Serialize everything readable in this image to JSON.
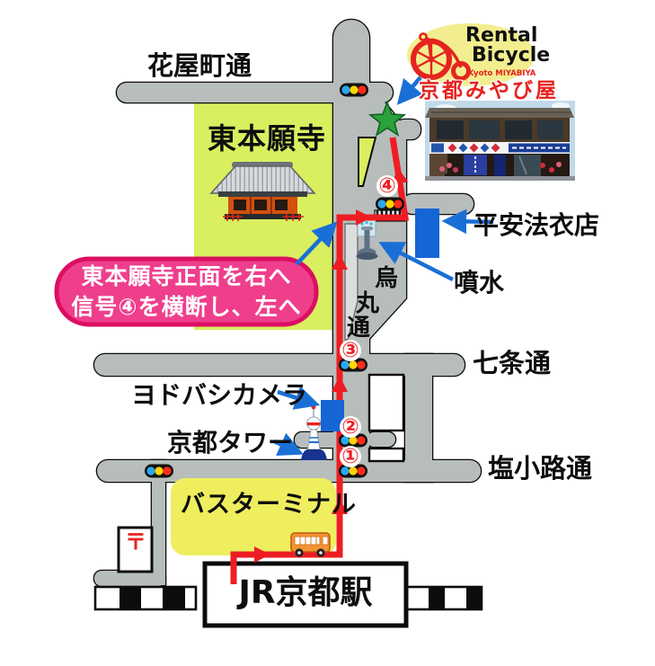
{
  "streets": {
    "hanayacho": "花屋町通",
    "shichijo": "七条通",
    "shiokoji": "塩小路通",
    "karasuma_chars": [
      "烏",
      "丸",
      "通"
    ]
  },
  "landmarks": {
    "temple": "東本願寺",
    "yodobashi": "ヨドバシカメラ",
    "kyoto_tower": "京都タワー",
    "bus_terminal": "バスターミナル",
    "station": "JR京都駅",
    "heian_hoiten": "平安法衣店",
    "fountain": "噴水",
    "post_office_symbol": "〒"
  },
  "signals": [
    "①",
    "②",
    "③",
    "④"
  ],
  "callout": {
    "line1": "東本願寺正面を右へ",
    "line2": "信号④を横断し、左へ"
  },
  "logo": {
    "line1": "Rental",
    "line2": "Bicycle",
    "sub": "Kyoto MIYABIYA",
    "shop_name": "京都みやび屋"
  },
  "colors": {
    "route_red": "#ee1d23",
    "street_gray": "#b7bdbb",
    "temple_green": "#d9ef5f",
    "terminal_yellow": "#eeee5e",
    "logo_yellow": "#f2ee8f",
    "callout_pink": "#ef3f8c",
    "callout_border": "#db0f62",
    "accent_blue": "#1a6fd6",
    "star_green": "#2ba23c"
  }
}
